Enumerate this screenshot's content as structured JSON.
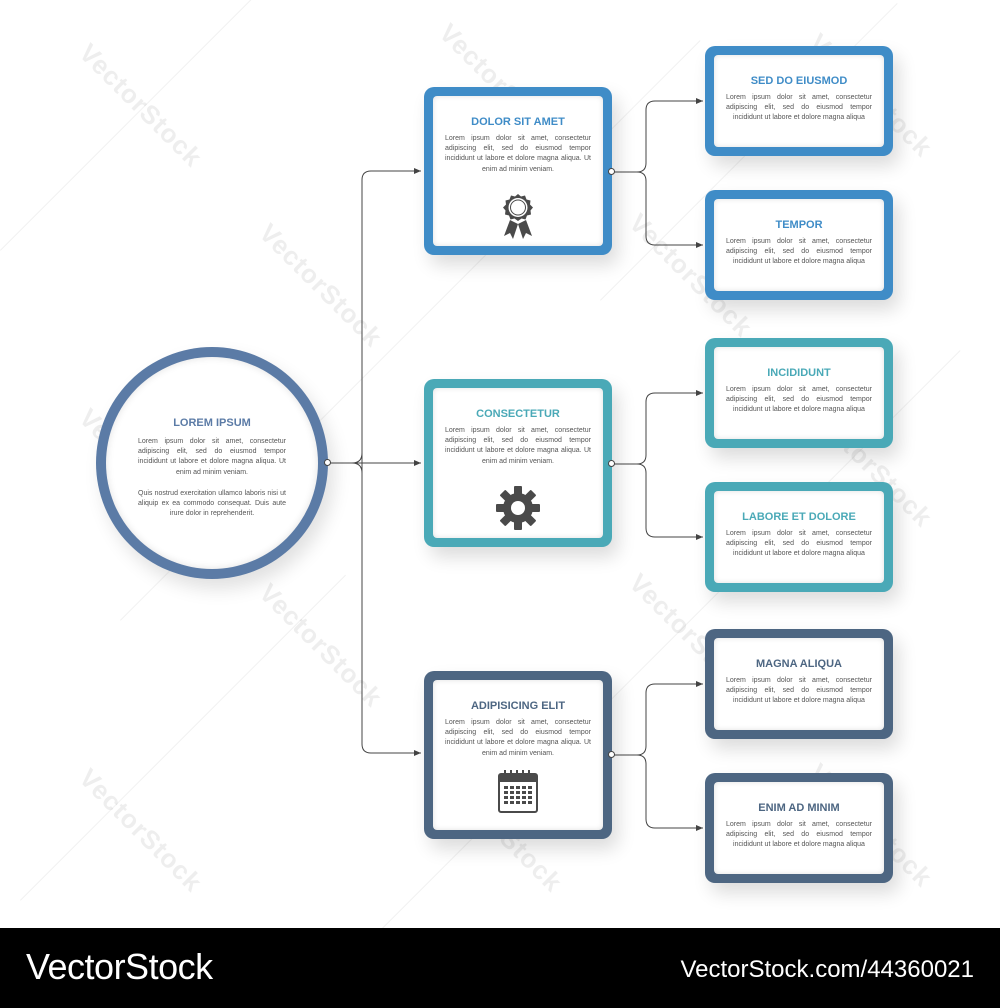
{
  "colors": {
    "blue": "#3f8cc7",
    "teal": "#4aa9b7",
    "slate": "#4d6682",
    "circle": "#5b7ba6",
    "connector": "#444444"
  },
  "root": {
    "title": "LOREM IPSUM",
    "text1": "Lorem ipsum dolor sit amet, consectetur adipiscing elit, sed do eiusmod tempor incididunt ut labore et dolore magna aliqua. Ut enim ad minim veniam.",
    "text2": "Quis nostrud exercitation ullamco laboris nisi ut aliquip ex ea commodo consequat. Duis aute irure dolor in reprehenderit."
  },
  "mid_nodes": [
    {
      "title": "DOLOR SIT AMET",
      "text": "Lorem ipsum dolor sit amet, consectetur adipiscing elit, sed do eiusmod tempor incididunt ut labore et dolore magna aliqua. Ut enim ad minim veniam.",
      "icon": "award-ribbon-icon",
      "color": "blue"
    },
    {
      "title": "CONSECTETUR",
      "text": "Lorem ipsum dolor sit amet, consectetur adipiscing elit, sed do eiusmod tempor incididunt ut labore et dolore magna aliqua. Ut enim ad minim veniam.",
      "icon": "gear-icon",
      "color": "teal"
    },
    {
      "title": "ADIPISICING ELIT",
      "text": "Lorem ipsum dolor sit amet, consectetur adipiscing elit, sed do eiusmod tempor incididunt ut labore et dolore magna aliqua. Ut enim ad minim veniam.",
      "icon": "calendar-icon",
      "color": "slate"
    }
  ],
  "leaf_nodes": [
    {
      "title": "SED DO EIUSMOD",
      "text": "Lorem ipsum dolor sit amet, consectetur adipiscing elit, sed do eiusmod tempor incididunt ut labore et dolore magna aliqua"
    },
    {
      "title": "TEMPOR",
      "text": "Lorem ipsum dolor sit amet, consectetur adipiscing elit, sed do eiusmod tempor incididunt ut labore et dolore magna aliqua"
    },
    {
      "title": "INCIDIDUNT",
      "text": "Lorem ipsum dolor sit amet, consectetur adipiscing elit, sed do eiusmod tempor incididunt ut labore et dolore magna aliqua"
    },
    {
      "title": "LABORE ET DOLORE",
      "text": "Lorem ipsum dolor sit amet, consectetur adipiscing elit, sed do eiusmod tempor incididunt ut labore et dolore magna aliqua"
    },
    {
      "title": "MAGNA ALIQUA",
      "text": "Lorem ipsum dolor sit amet, consectetur adipiscing elit, sed do eiusmod tempor incididunt ut labore et dolore magna aliqua"
    },
    {
      "title": "ENIM AD MINIM",
      "text": "Lorem ipsum dolor sit amet, consectetur adipiscing elit, sed do eiusmod tempor incididunt ut labore et dolore magna aliqua"
    }
  ],
  "watermark": "VectorStock",
  "footer": {
    "brand": "VectorStock",
    "url": "VectorStock.com/44360021"
  }
}
